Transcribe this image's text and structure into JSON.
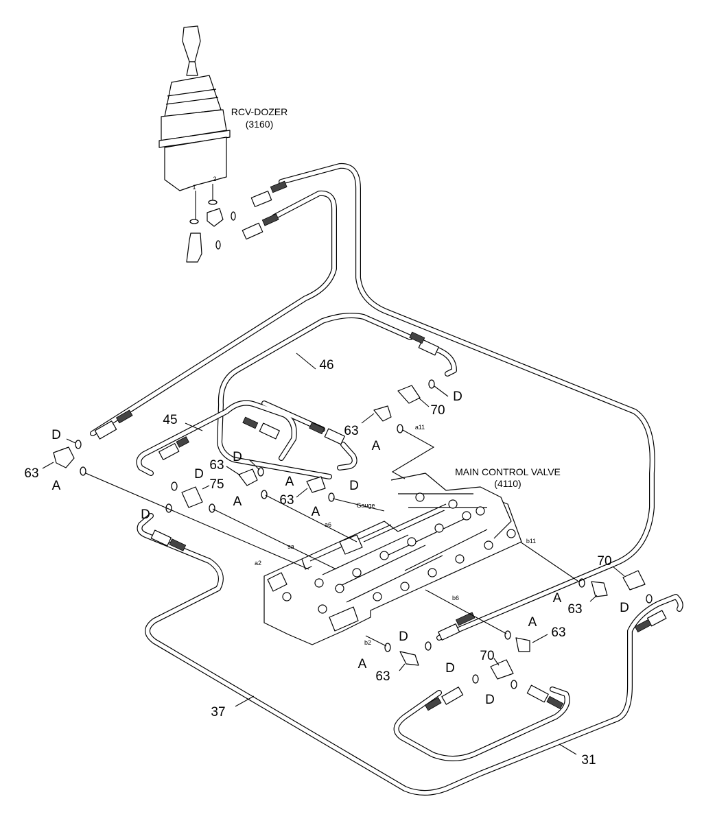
{
  "components": {
    "rcv_dozer": {
      "name": "RCV-DOZER",
      "code": "(3160)",
      "port_1": "1",
      "port_2": "2"
    },
    "main_control_valve": {
      "name": "MAIN CONTROL VALVE",
      "code": "(4110)"
    }
  },
  "hoses": {
    "h46": "46",
    "h45": "45",
    "h37": "37",
    "h31": "31"
  },
  "fittings": {
    "f63": "63",
    "f70": "70",
    "f75": "75"
  },
  "parts": {
    "A": "A",
    "D": "D"
  },
  "ports": {
    "a11": "a11",
    "gauge": "Gauge",
    "a6": "a6",
    "sa": "sa",
    "a2": "a2",
    "b11": "b11",
    "b6": "b6",
    "b2": "b2"
  }
}
